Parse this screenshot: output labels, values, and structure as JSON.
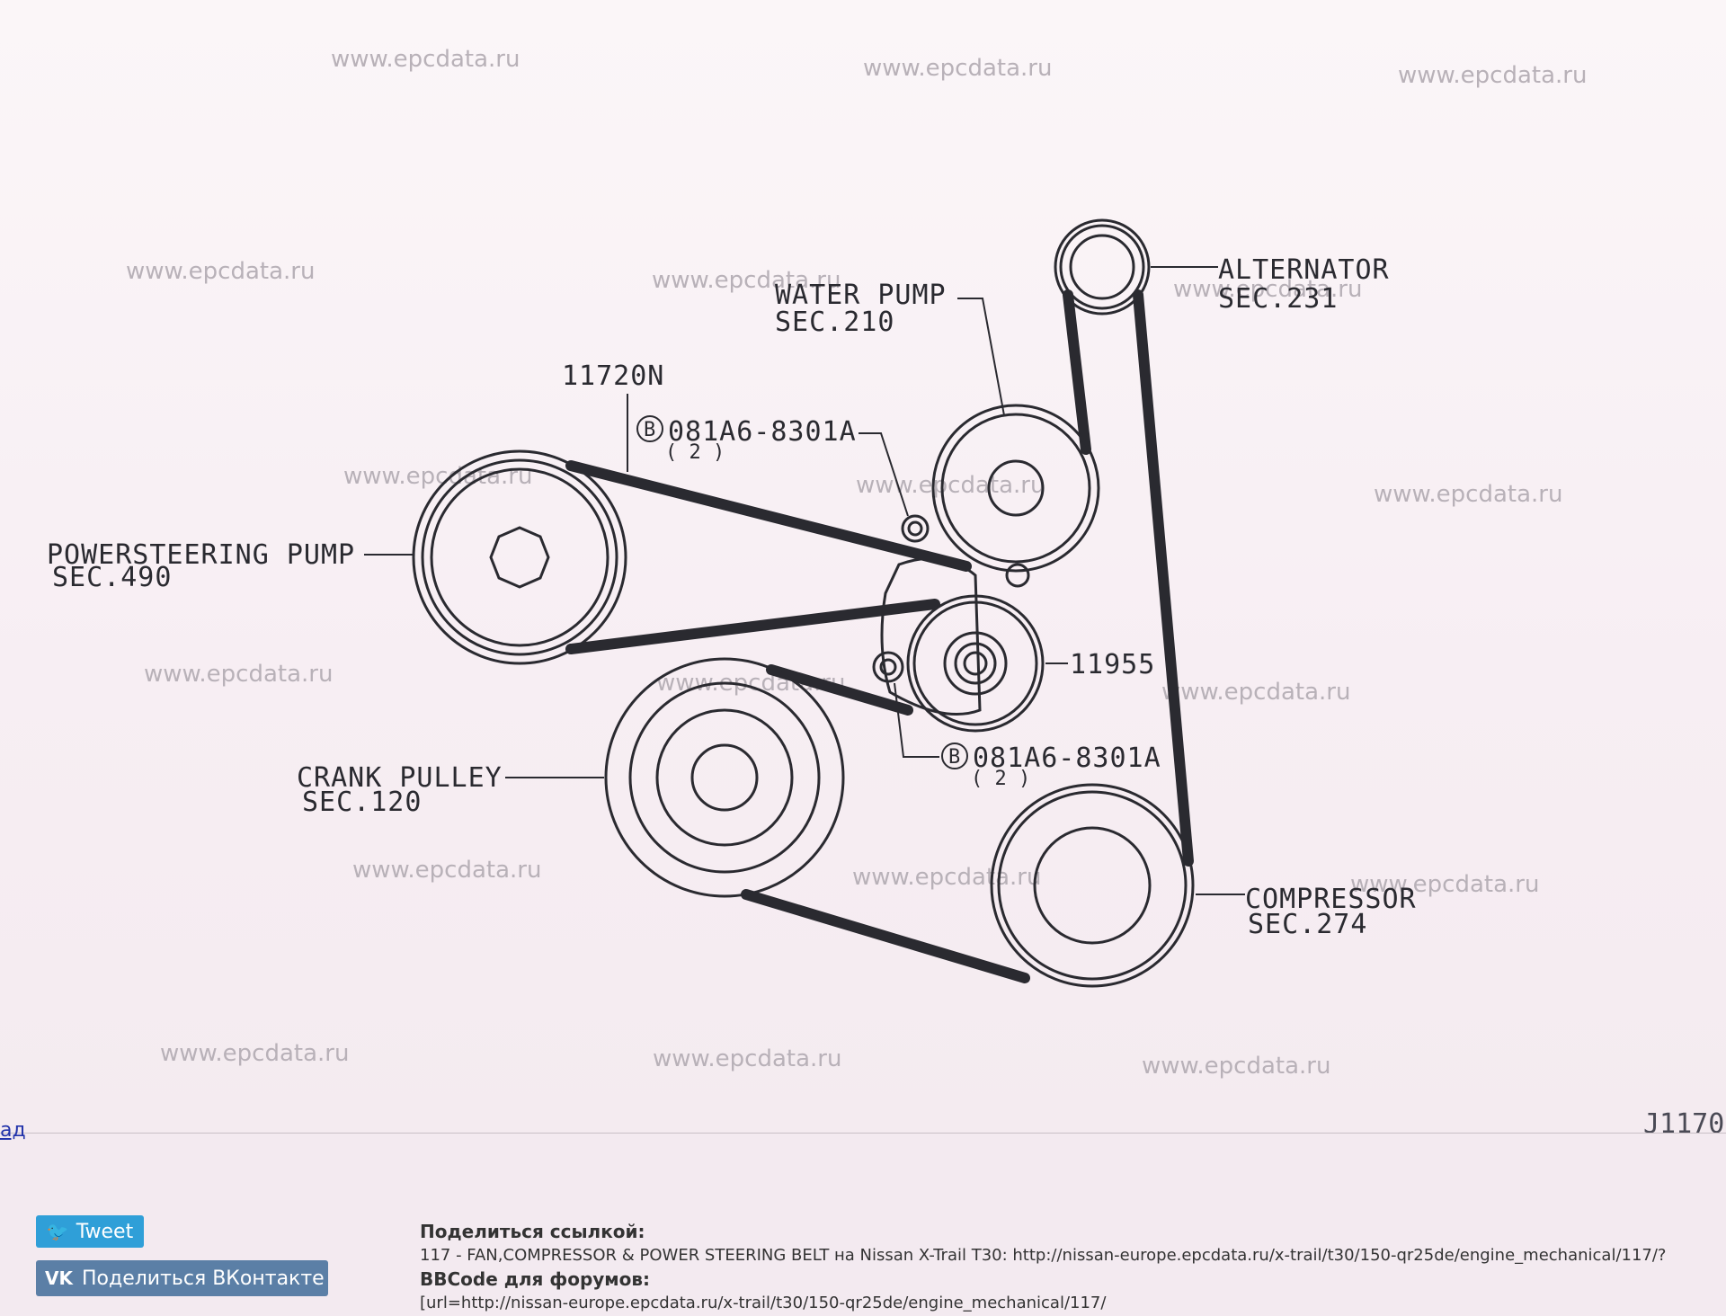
{
  "watermark": "www.epcdata.ru",
  "diagram_code": "J1170",
  "labels": {
    "alternator": "ALTERNATOR",
    "alternator_sec": "SEC.231",
    "water_pump": "WATER PUMP",
    "water_pump_sec": "SEC.210",
    "belt_part": "11720N",
    "bolt_top": "081A6-8301A",
    "bolt_top_qty": "( 2 )",
    "bolt_bottom": "081A6-8301A",
    "bolt_bottom_qty": "( 2 )",
    "bolt_marker": "B",
    "power_steering": "POWERSTEERING PUMP",
    "power_steering_sec": "SEC.490",
    "tensioner": "11955",
    "crank": "CRANK PULLEY",
    "crank_sec": "SEC.120",
    "compressor": "COMPRESSOR",
    "compressor_sec": "SEC.274"
  },
  "left_link_text": "ад",
  "share": {
    "tweet_label": "Tweet",
    "vk_label": "Поделиться ВКонтакте",
    "vk_mark": "VK",
    "title": "Поделиться ссылкой:",
    "link_text": "117 - FAN,COMPRESSOR & POWER STEERING BELT на Nissan X-Trail T30: http://nissan-europe.epcdata.ru/x-trail/t30/150-qr25de/engine_mechanical/117/?",
    "bbcode_title": "BBCode для форумов:",
    "bbcode_text": "[url=http://nissan-europe.epcdata.ru/x-trail/t30/150-qr25de/engine_mechanical/117/"
  },
  "icons": {
    "tweet": "twitter-bird-icon",
    "vk": "vk-logo-icon"
  }
}
